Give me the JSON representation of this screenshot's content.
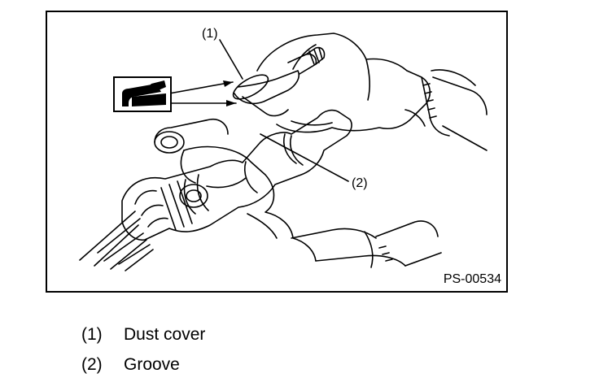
{
  "figure": {
    "code": "PS-00534",
    "callouts": [
      {
        "label": "(1)"
      },
      {
        "label": "(2)"
      }
    ],
    "icon": "grease-application-icon"
  },
  "legend": [
    {
      "num": "(1)",
      "text": "Dust cover"
    },
    {
      "num": "(2)",
      "text": "Groove"
    }
  ]
}
